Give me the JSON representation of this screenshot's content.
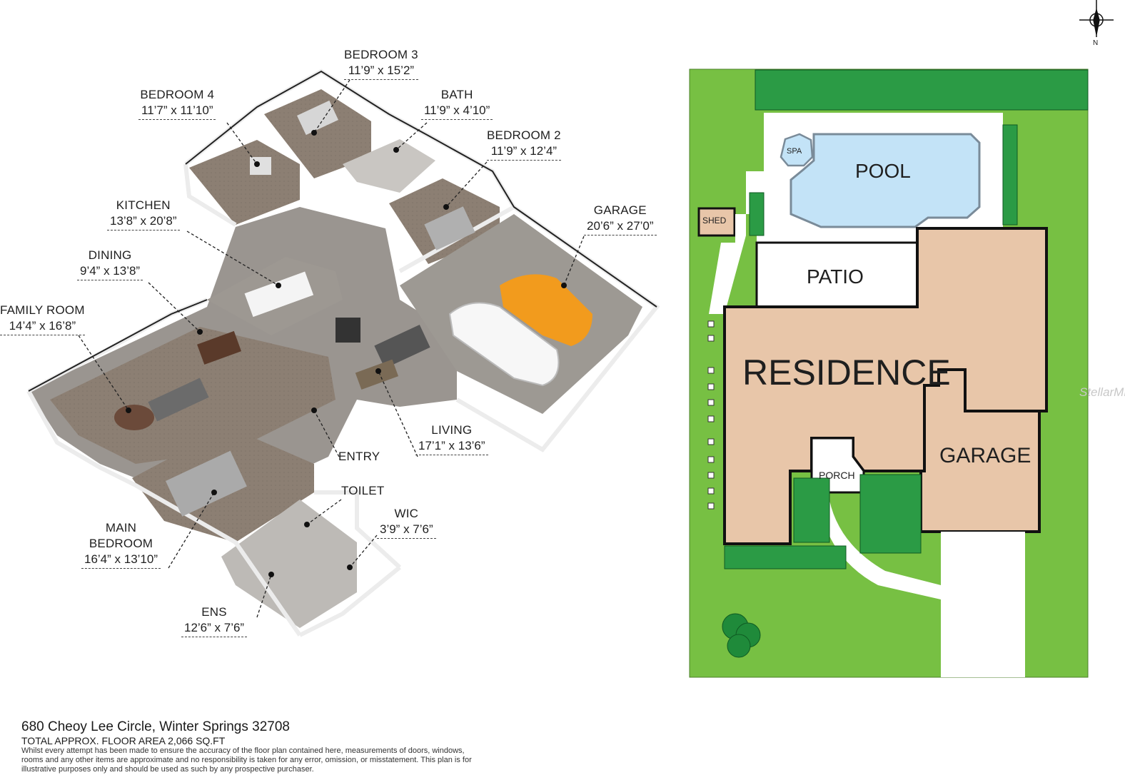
{
  "floor_plan": {
    "rooms": [
      {
        "id": "bedroom3",
        "name": "BEDROOM 3",
        "dim": "11’9” x 15’2”"
      },
      {
        "id": "bedroom4",
        "name": "BEDROOM 4",
        "dim": "11’7” x 11’10”"
      },
      {
        "id": "bath",
        "name": "BATH",
        "dim": "11’9” x 4’10”"
      },
      {
        "id": "bedroom2",
        "name": "BEDROOM 2",
        "dim": "11’9” x 12’4”"
      },
      {
        "id": "kitchen",
        "name": "KITCHEN",
        "dim": "13’8” x 20’8”"
      },
      {
        "id": "garage",
        "name": "GARAGE",
        "dim": "20’6” x 27’0”"
      },
      {
        "id": "dining",
        "name": "DINING",
        "dim": "9’4” x 13’8”"
      },
      {
        "id": "family",
        "name": "FAMILY ROOM",
        "dim": "14’4” x 16’8”"
      },
      {
        "id": "living",
        "name": "LIVING",
        "dim": "17’1” x 13’6”"
      },
      {
        "id": "entry",
        "name": "ENTRY",
        "dim": ""
      },
      {
        "id": "toilet",
        "name": "TOILET",
        "dim": ""
      },
      {
        "id": "wic",
        "name": "WIC",
        "dim": "3’9” x 7’6”"
      },
      {
        "id": "main",
        "name": "MAIN BEDROOM",
        "name_line1": "MAIN",
        "name_line2": "BEDROOM",
        "dim": "16’4” x 13’10”"
      },
      {
        "id": "ens",
        "name": "ENS",
        "dim": "12’6” x 7’6”"
      }
    ]
  },
  "site_plan": {
    "labels": {
      "pool": "POOL",
      "spa": "SPA",
      "shed": "SHED",
      "patio": "PATIO",
      "residence": "RESIDENCE",
      "porch": "PORCH",
      "garage": "GARAGE"
    },
    "compass": "N",
    "colors": {
      "lawn": "#77c043",
      "residence": "#e8c6a9",
      "pool": "#c3e3f7",
      "hedge": "#1f8a3a",
      "paving": "#ffffff"
    }
  },
  "footer": {
    "address": "680 Cheoy Lee Circle, Winter Springs 32708",
    "total_area": "TOTAL APPROX. FLOOR AREA 2,066 SQ.FT",
    "disclaimer": "Whilst every attempt has been made to ensure the accuracy of the floor plan contained here, measurements of doors, windows, rooms and any other items are approximate and no responsibility is taken for any error, omission, or misstatement. This plan is for illustrative purposes only and should be used as such by any prospective purchaser."
  },
  "watermark": "StellarMLS"
}
